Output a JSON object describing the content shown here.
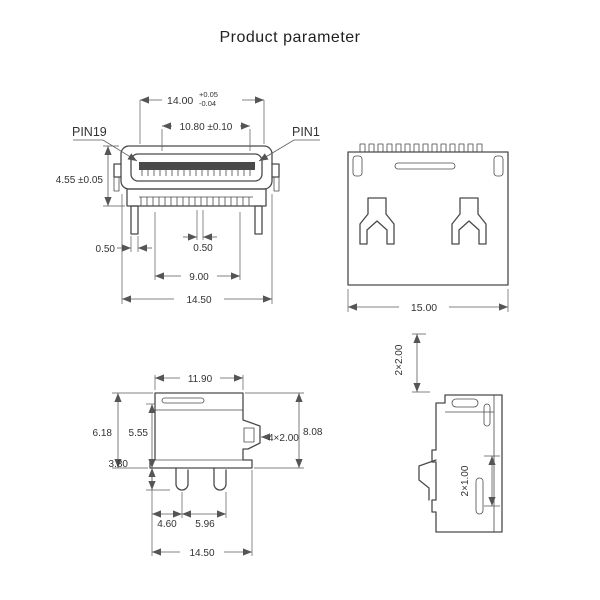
{
  "title": "Product parameter",
  "front_view": {
    "pin19_label": "PIN19",
    "pin1_label": "PIN1",
    "outer_width": "14.00",
    "outer_width_tol_plus": "+0.05",
    "outer_width_tol_minus": "-0.04",
    "inner_width": "10.80 ±0.10",
    "shell_height": "4.55 ±0.05",
    "tab_width": "0.50",
    "pin_pitch": "0.50",
    "pin_span": "9.00",
    "body_width": "14.50"
  },
  "rear_view": {
    "body_width": "15.00"
  },
  "side_view": {
    "top_width": "11.90",
    "height_total": "6.18",
    "height_shell": "5.55",
    "leg_height": "3.80",
    "clip_dim": "4×2.00",
    "height_overall": "8.08",
    "leg_offset": "4.60",
    "leg_pitch": "5.96",
    "base_width": "14.50"
  },
  "profile_view": {
    "top_dim": "2×2.00",
    "bottom_dim": "2×1.00"
  }
}
